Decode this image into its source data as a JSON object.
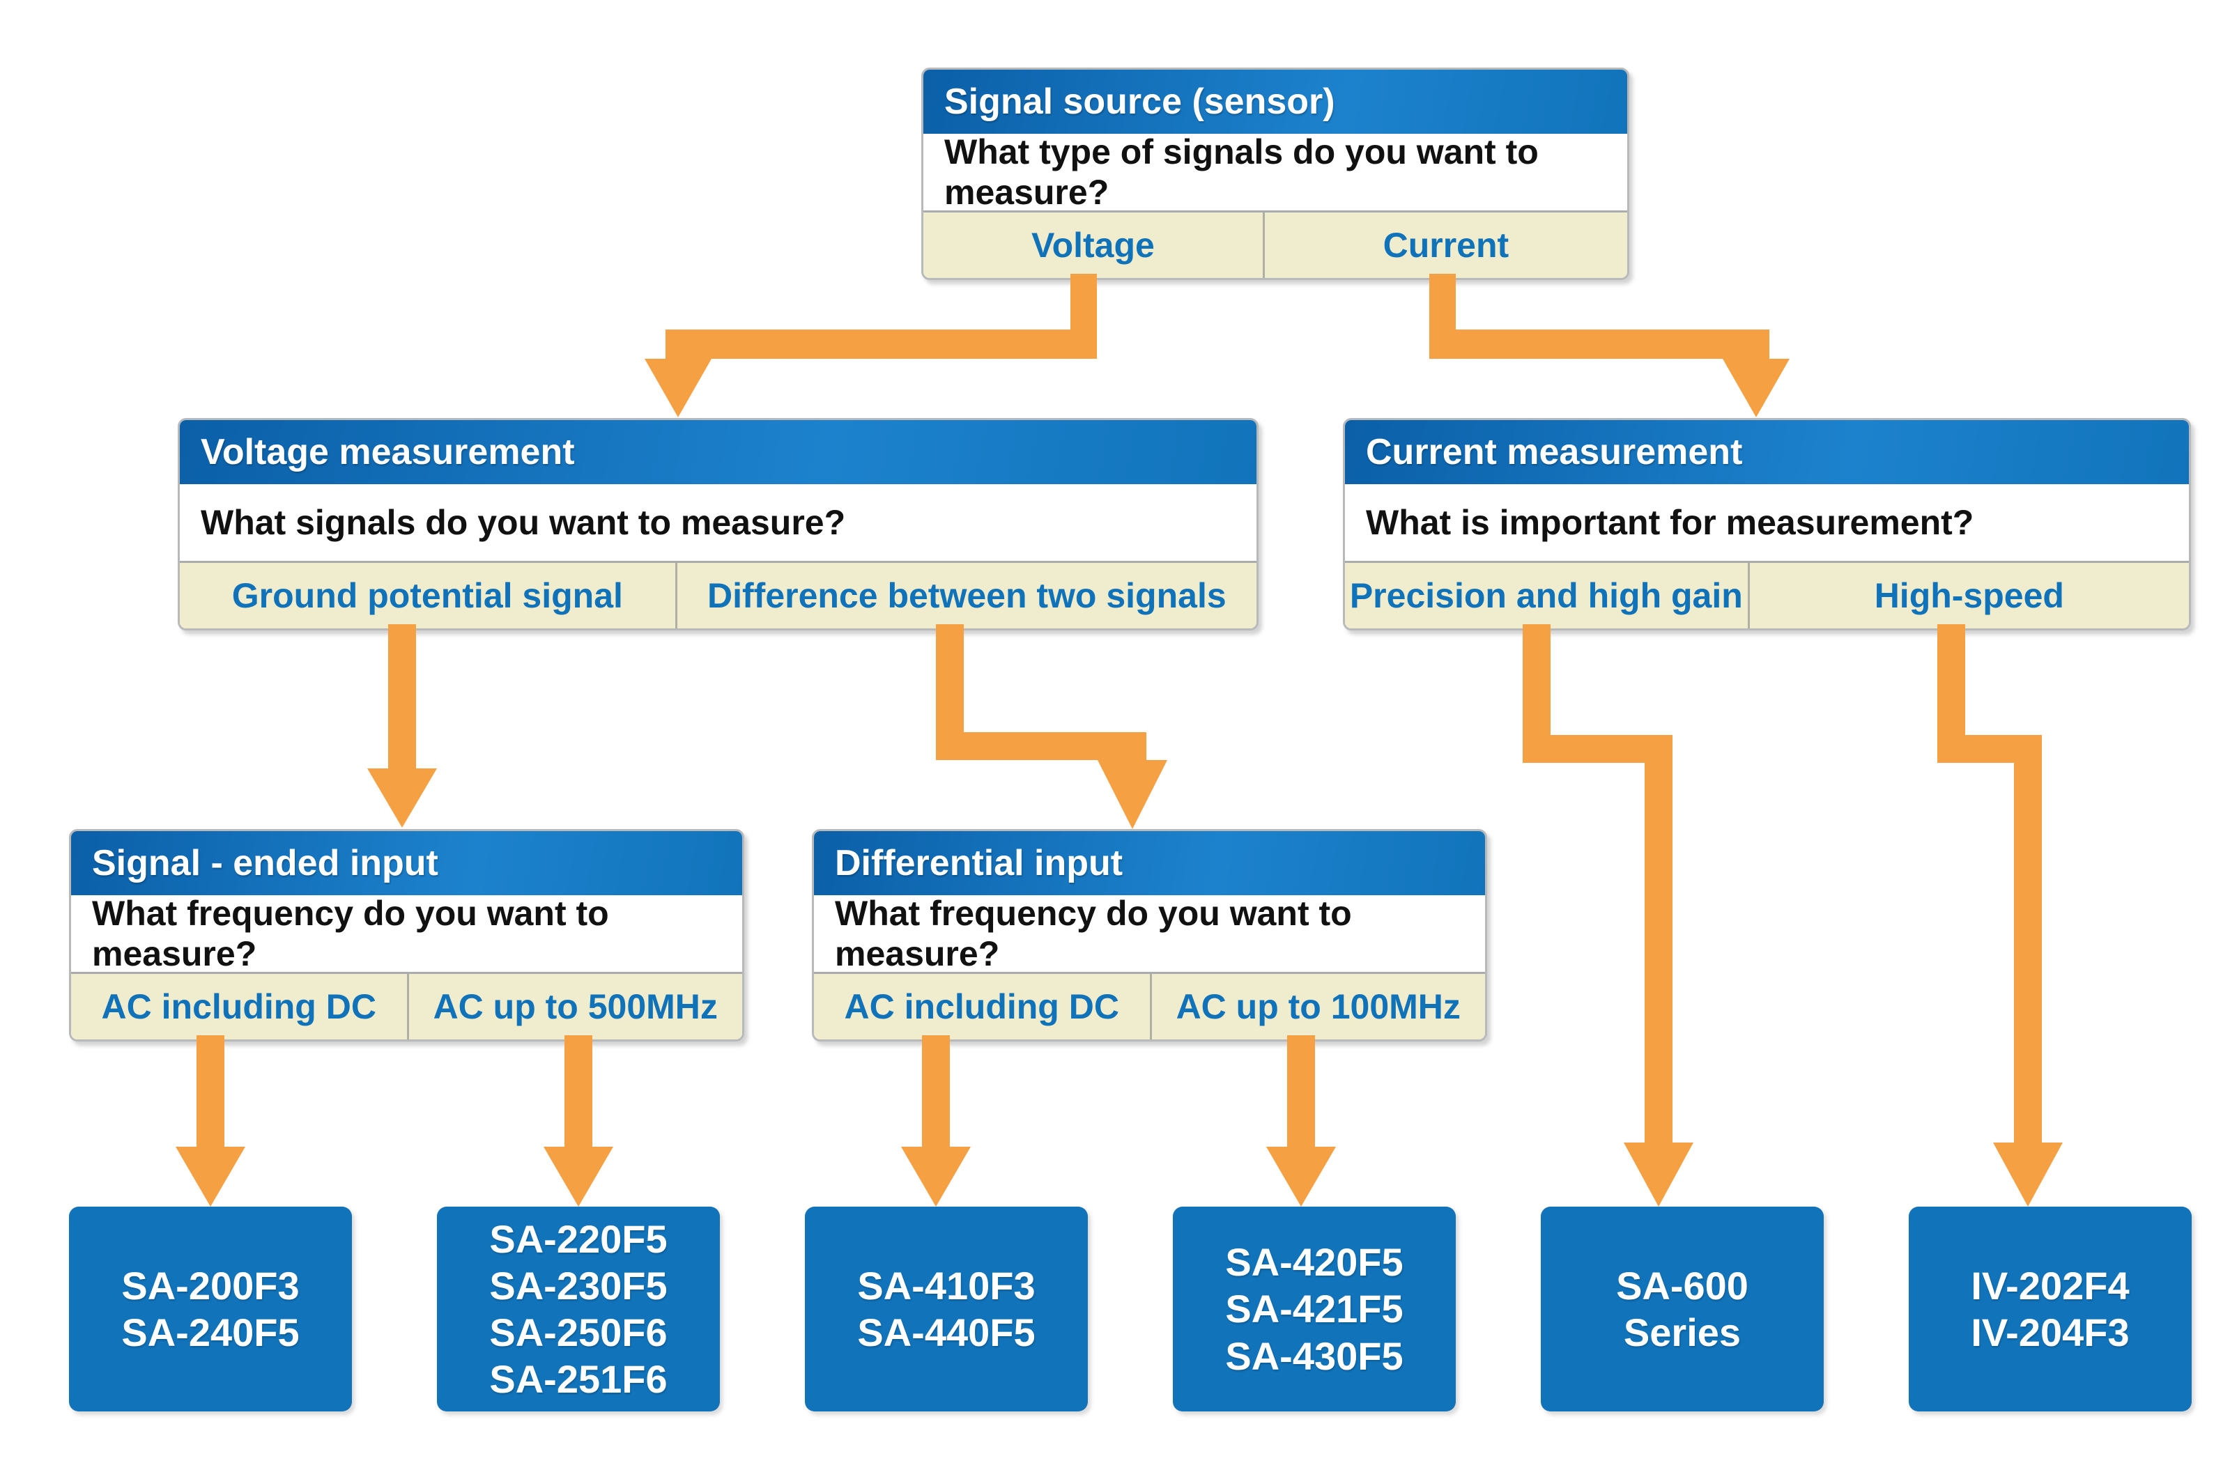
{
  "palette": {
    "headerDark": "#0b60a8",
    "headerLight": "#1d82cd",
    "headerMid": "#1174bb",
    "optionBg": "#f0ecce",
    "optionText": "#1072b9",
    "questionText": "#111111",
    "arrow": "#f5a143",
    "resultBlue": "#1173ba"
  },
  "nodes": {
    "source": {
      "title": "Signal source (sensor)",
      "question": "What type of signals do you want to measure?",
      "options": [
        "Voltage",
        "Current"
      ]
    },
    "voltage": {
      "title": "Voltage measurement",
      "question": "What signals do you want to measure?",
      "options": [
        "Ground potential signal",
        "Difference between two signals"
      ]
    },
    "current": {
      "title": "Current measurement",
      "question": "What is important for measurement?",
      "options": [
        "Precision and high gain",
        "High-speed"
      ]
    },
    "single_ended": {
      "title": "Signal - ended input",
      "question": "What frequency do you want to measure?",
      "options": [
        "AC including DC",
        "AC up to 500MHz"
      ]
    },
    "differential": {
      "title": "Differential input",
      "question": "What frequency do you want to measure?",
      "options": [
        "AC including DC",
        "AC up to 100MHz"
      ]
    }
  },
  "results": {
    "r1": "SA-200F3\nSA-240F5",
    "r2": "SA-220F5\nSA-230F5\nSA-250F6\nSA-251F6",
    "r3": "SA-410F3\nSA-440F5",
    "r4": "SA-420F5\nSA-421F5\nSA-430F5",
    "r5": "SA-600\nSeries",
    "r6": "IV-202F4\nIV-204F3"
  }
}
